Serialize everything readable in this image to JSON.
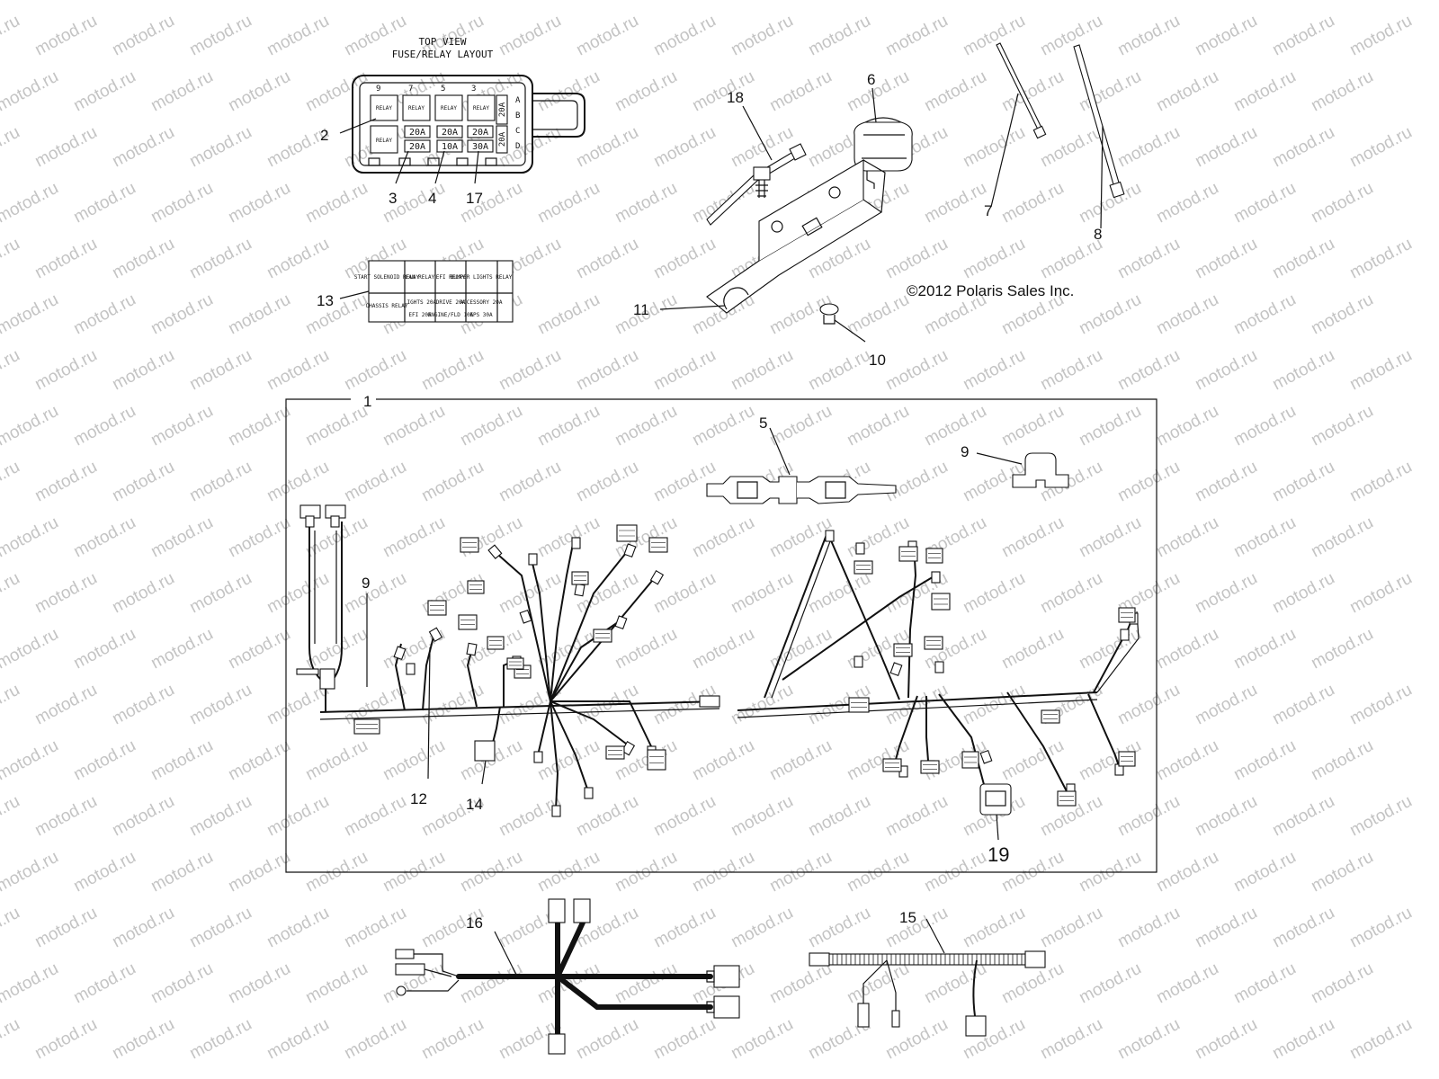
{
  "watermark": "motod.ru",
  "fuse_box": {
    "title_line1": "TOP VIEW",
    "title_line2": "FUSE/RELAY LAYOUT",
    "top_numbers": [
      "9",
      "7",
      "5",
      "3"
    ],
    "side_letters": [
      "A",
      "B",
      "C",
      "D"
    ],
    "relay_text": "RELAY",
    "fuse_row1": [
      "20A",
      "20A",
      "20A"
    ],
    "fuse_row2": [
      "20A",
      "10A",
      "30A"
    ],
    "side_fuses": [
      "20A",
      "20A"
    ]
  },
  "fuse_label": {
    "row1": [
      "START SOLENOID RELAY",
      "FAN RELAY",
      "EFI RELAY",
      "BUMPER LIGHTS RELAY"
    ],
    "row2": [
      "CHASSIS RELAY",
      "LIGHTS 20A",
      "DRIVE 20A",
      "ACCESSORY 20A"
    ],
    "row3": [
      "",
      "EFI 20A",
      "ENGINE/FLD 10A",
      "EPS 30A"
    ]
  },
  "copyright": "©2012 Polaris Sales Inc.",
  "callouts": {
    "c1": "1",
    "c2": "2",
    "c3": "3",
    "c4": "4",
    "c5": "5",
    "c6": "6",
    "c7": "7",
    "c8": "8",
    "c9a": "9",
    "c9b": "9",
    "c10": "10",
    "c11": "11",
    "c12": "12",
    "c13": "13",
    "c14": "14",
    "c15": "15",
    "c16": "16",
    "c17": "17",
    "c18": "18",
    "c19": "19"
  }
}
